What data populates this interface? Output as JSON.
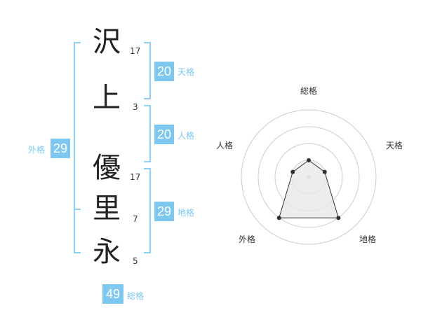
{
  "name": {
    "chars": [
      {
        "char": "沢",
        "strokes": "17"
      },
      {
        "char": "上",
        "strokes": "3"
      },
      {
        "char": "優",
        "strokes": "17"
      },
      {
        "char": "里",
        "strokes": "7"
      },
      {
        "char": "永",
        "strokes": "5"
      }
    ]
  },
  "fortunes": {
    "tenkaku": {
      "value": "20",
      "label": "天格"
    },
    "jinkaku": {
      "value": "20",
      "label": "人格"
    },
    "chikaku": {
      "value": "29",
      "label": "地格"
    },
    "gaikaku": {
      "value": "29",
      "label": "外格"
    },
    "soukaku": {
      "value": "49",
      "label": "総格"
    }
  },
  "radar": {
    "labels": {
      "soukaku": "総格",
      "tenkaku": "天格",
      "chikaku": "地格",
      "gaikaku": "外格",
      "jinkaku": "人格"
    },
    "levels": 4,
    "values": {
      "soukaku": 1,
      "tenkaku": 1,
      "chikaku": 3,
      "gaikaku": 3,
      "jinkaku": 1
    }
  },
  "colors": {
    "accent": "#7ec8f0",
    "bracket": "#8fd0f2",
    "radar_ring": "#cccccc",
    "radar_fill": "#e8e8e8",
    "radar_point": "#333333"
  }
}
